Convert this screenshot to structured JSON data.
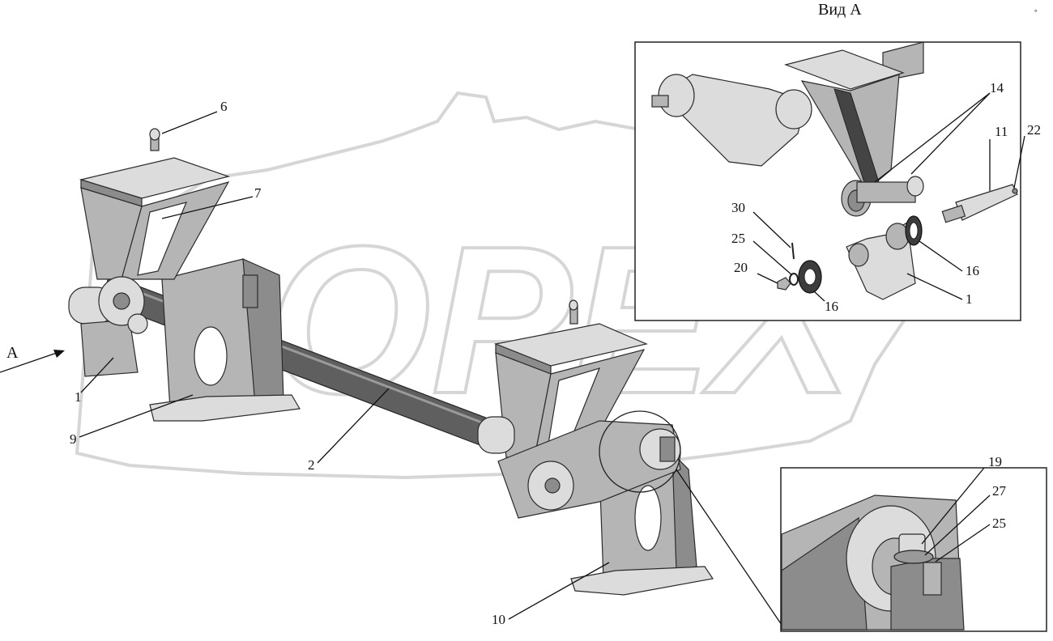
{
  "view_title": "Вид А",
  "view_arrow_letter": "А",
  "watermark": "OPEX",
  "callouts": {
    "c6": "6",
    "c7": "7",
    "c1_main": "1",
    "c9": "9",
    "c2": "2",
    "c10": "10",
    "c14": "14",
    "c11": "11",
    "c22": "22",
    "c30": "30",
    "c25_view": "25",
    "c20": "20",
    "c16_upper": "16",
    "c16_lower": "16",
    "c1_view": "1",
    "c19": "19",
    "c27": "27",
    "c25_detail": "25"
  },
  "colors": {
    "metal_dark": "#5f5f5f",
    "metal_mid": "#8c8c8c",
    "metal_light": "#dcdcdc",
    "watermark": "#d6d6d6"
  }
}
